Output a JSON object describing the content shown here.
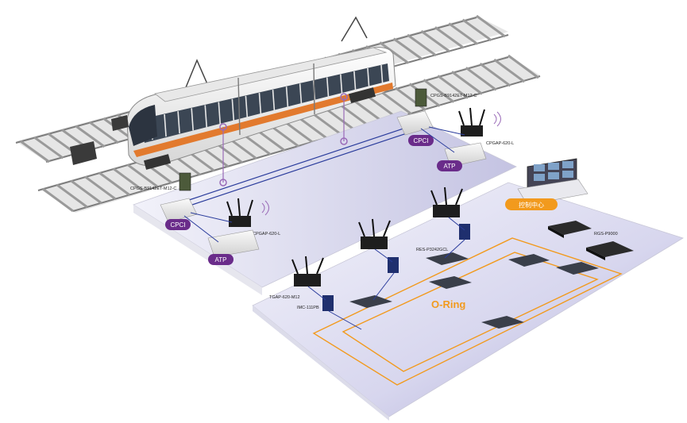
{
  "labels": {
    "onboard_switch_top": "CPGS-B9142ET-M12-C",
    "onboard_switch_left": "CPGS-B9142ET-M12-C",
    "cpci_top": "CPCI",
    "cpci_left": "CPCI",
    "atp_top": "ATP",
    "atp_left": "ATP",
    "ap_top": "CPGAP-620-L",
    "ap_left": "CPGAP-620-L",
    "control_center": "控制中心",
    "ring": "O-Ring",
    "trackside_ap": "TGAP-620-M12",
    "media_converter": "IMC-111PB",
    "ring_switch": "RES-P3242GCL",
    "core_switch": "RGS-P9000"
  },
  "colors": {
    "train_body": "#f4f4f4",
    "train_stripe": "#e27a2e",
    "platform": "#dedff0",
    "platform_edge": "#c9c8d8",
    "purple_pill": "#6a2c8a",
    "orange_pill": "#f29a1d",
    "ring_line": "#f29a1d",
    "network_line": "#2a3c9c",
    "wireless_line": "#9a6bb8"
  }
}
